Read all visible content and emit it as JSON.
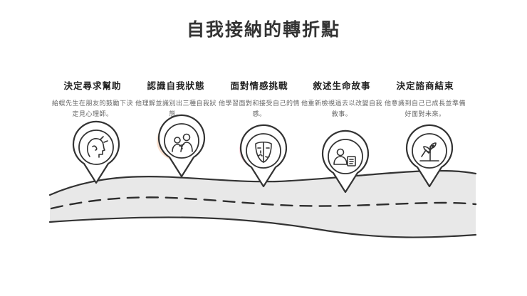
{
  "title": "自我接納的轉折點",
  "steps": [
    {
      "title": "決定尋求幫助",
      "desc": "給蜈先生在朋友的鼓勵下決定見心理師。",
      "icon": "head-help-icon",
      "color": "#f3e98a"
    },
    {
      "title": "認識自我狀態",
      "desc": "他理解並識別出三種自我狀態。",
      "icon": "people-support-icon",
      "color": "#f6c7a8"
    },
    {
      "title": "面對情感挑戰",
      "desc": "他學習面對和接受自己的情感。",
      "icon": "emotion-mask-icon",
      "color": "#f4b3c0"
    },
    {
      "title": "敘述生命故事",
      "desc": "他重新檢視過去以改變自我敘事。",
      "icon": "person-document-icon",
      "color": "#d6c1ef"
    },
    {
      "title": "決定諮商結束",
      "desc": "他意識到自己已成長並準備好面對未來。",
      "icon": "growth-plant-icon",
      "color": "#c5ecc8"
    }
  ]
}
